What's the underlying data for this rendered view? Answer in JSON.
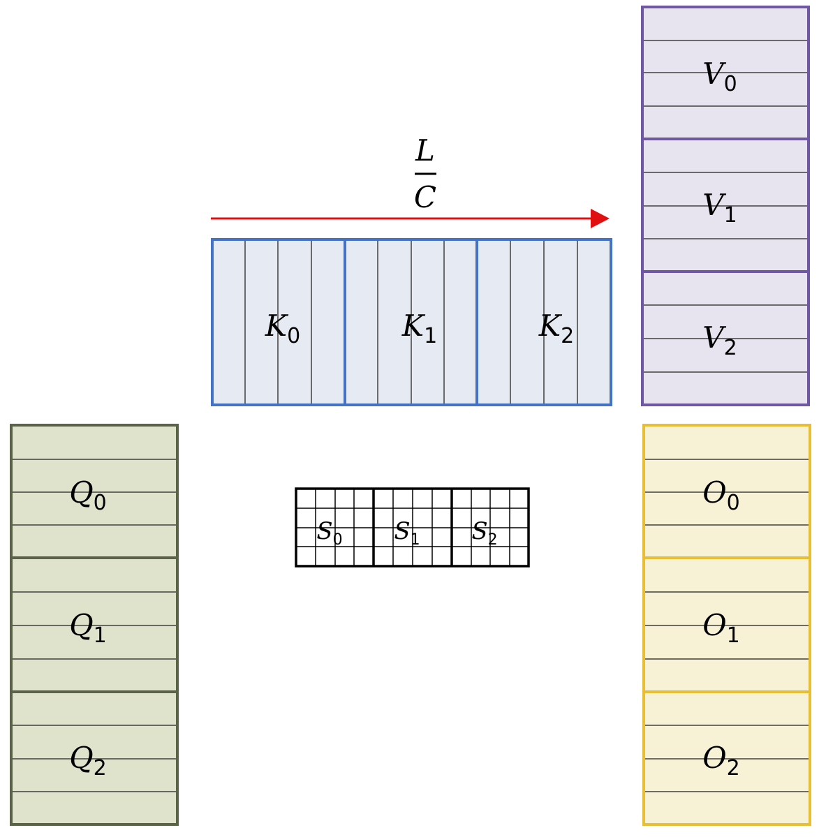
{
  "colors": {
    "q_fill": "#dfe3cb",
    "q_stroke": "#5a6247",
    "k_fill": "#e6eaf2",
    "k_stroke": "#4472c4",
    "v_fill": "#e7e4f0",
    "v_stroke": "#6f57a3",
    "o_fill": "#f7f1d5",
    "o_stroke": "#e8be35",
    "s_stroke": "#000000",
    "arrow": "#e01010",
    "inner_line": "#404040"
  },
  "arrow_label": {
    "numerator": "L",
    "denominator": "C"
  },
  "keys": [
    {
      "letter": "K",
      "index": "0"
    },
    {
      "letter": "K",
      "index": "1"
    },
    {
      "letter": "K",
      "index": "2"
    }
  ],
  "values": [
    {
      "letter": "V",
      "index": "0"
    },
    {
      "letter": "V",
      "index": "1"
    },
    {
      "letter": "V",
      "index": "2"
    }
  ],
  "queries": [
    {
      "letter": "Q",
      "index": "0"
    },
    {
      "letter": "Q",
      "index": "1"
    },
    {
      "letter": "Q",
      "index": "2"
    }
  ],
  "outputs": [
    {
      "letter": "O",
      "index": "0"
    },
    {
      "letter": "O",
      "index": "1"
    },
    {
      "letter": "O",
      "index": "2"
    }
  ],
  "scores": [
    {
      "letter": "S",
      "index": "0"
    },
    {
      "letter": "S",
      "index": "1"
    },
    {
      "letter": "S",
      "index": "2"
    }
  ]
}
